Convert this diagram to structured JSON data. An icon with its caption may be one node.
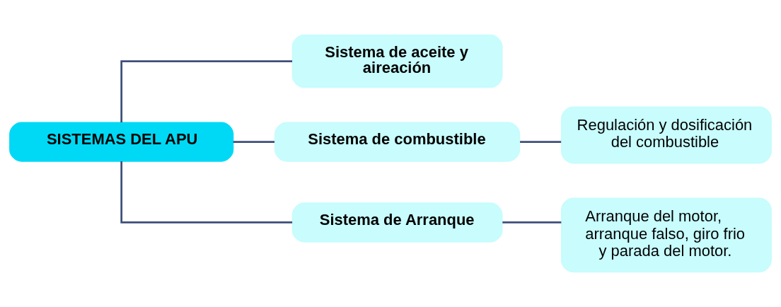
{
  "diagram": {
    "nodes": [
      {
        "text": [
          "SISTEMAS DEL APU"
        ]
      },
      {
        "text": [
          "Sistema de aceite y aireación"
        ]
      },
      {
        "text": [
          "Sistema de combustible"
        ]
      },
      {
        "text": [
          "Sistema de Arranque"
        ]
      },
      {
        "text": [
          "Regulación y dosificación del combustible"
        ]
      },
      {
        "text": [
          "Arranque del motor, arranque falso, giro frio y parada del motor."
        ]
      }
    ],
    "edges": [
      {
        "from": 0,
        "to": 1,
        "arrow": "none"
      },
      {
        "from": 0,
        "to": 2,
        "arrow": "none"
      },
      {
        "from": 0,
        "to": 3,
        "arrow": "none"
      },
      {
        "from": 2,
        "to": 4,
        "arrow": "none"
      },
      {
        "from": 3,
        "to": 5,
        "arrow": "none"
      }
    ]
  }
}
